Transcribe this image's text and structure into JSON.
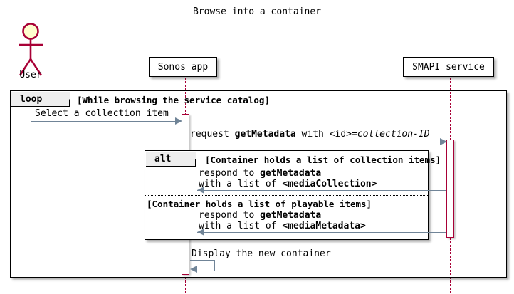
{
  "diagram": {
    "title": "Browse into a container",
    "type": "sequence",
    "colors": {
      "lifeline": "#A80036",
      "actor": "#A80036",
      "actor_head_fill": "#FEFECE",
      "arrow": "#708497",
      "frame_border": "#000000",
      "tab_fill": "#EEEEEE",
      "participant_fill": "#FFFFFF"
    },
    "participants": [
      {
        "name": "User",
        "kind": "actor",
        "label": "User"
      },
      {
        "name": "Sonos app",
        "kind": "participant",
        "label": "Sonos app"
      },
      {
        "name": "SMAPI service",
        "kind": "participant",
        "label": "SMAPI service"
      }
    ],
    "groups": [
      {
        "keyword": "loop",
        "condition": "[While browsing the service catalog]"
      },
      {
        "keyword": "alt",
        "condition": "[Container holds a list of collection items]",
        "else_condition": "[Container holds a list of playable items]"
      }
    ],
    "messages": [
      {
        "from": "User",
        "to": "Sonos app",
        "direction": "right",
        "label_plain": "Select a collection item",
        "label_html": "Select a collection item"
      },
      {
        "from": "Sonos app",
        "to": "SMAPI service",
        "direction": "right",
        "label_plain": "request getMetadata with <id>=collection-ID",
        "label_html": "request <b>getMetadata</b> with &lt;id&gt;=<i>collection-ID</i>"
      },
      {
        "from": "SMAPI service",
        "to": "Sonos app",
        "direction": "left",
        "label_plain": "respond to getMetadata with a list of <mediaCollection>",
        "label_html": "respond to <b>getMetadata</b><br>with a list of <b>&lt;mediaCollection&gt;</b>"
      },
      {
        "from": "SMAPI service",
        "to": "Sonos app",
        "direction": "left",
        "label_plain": "respond to getMetadata with a list of <mediaMetadata>",
        "label_html": "respond to <b>getMetadata</b><br>with a list of <b>&lt;mediaMetadata&gt;</b>"
      },
      {
        "from": "Sonos app",
        "to": "Sonos app",
        "direction": "self",
        "label_plain": "Display the new container",
        "label_html": "Display the new container"
      }
    ]
  }
}
